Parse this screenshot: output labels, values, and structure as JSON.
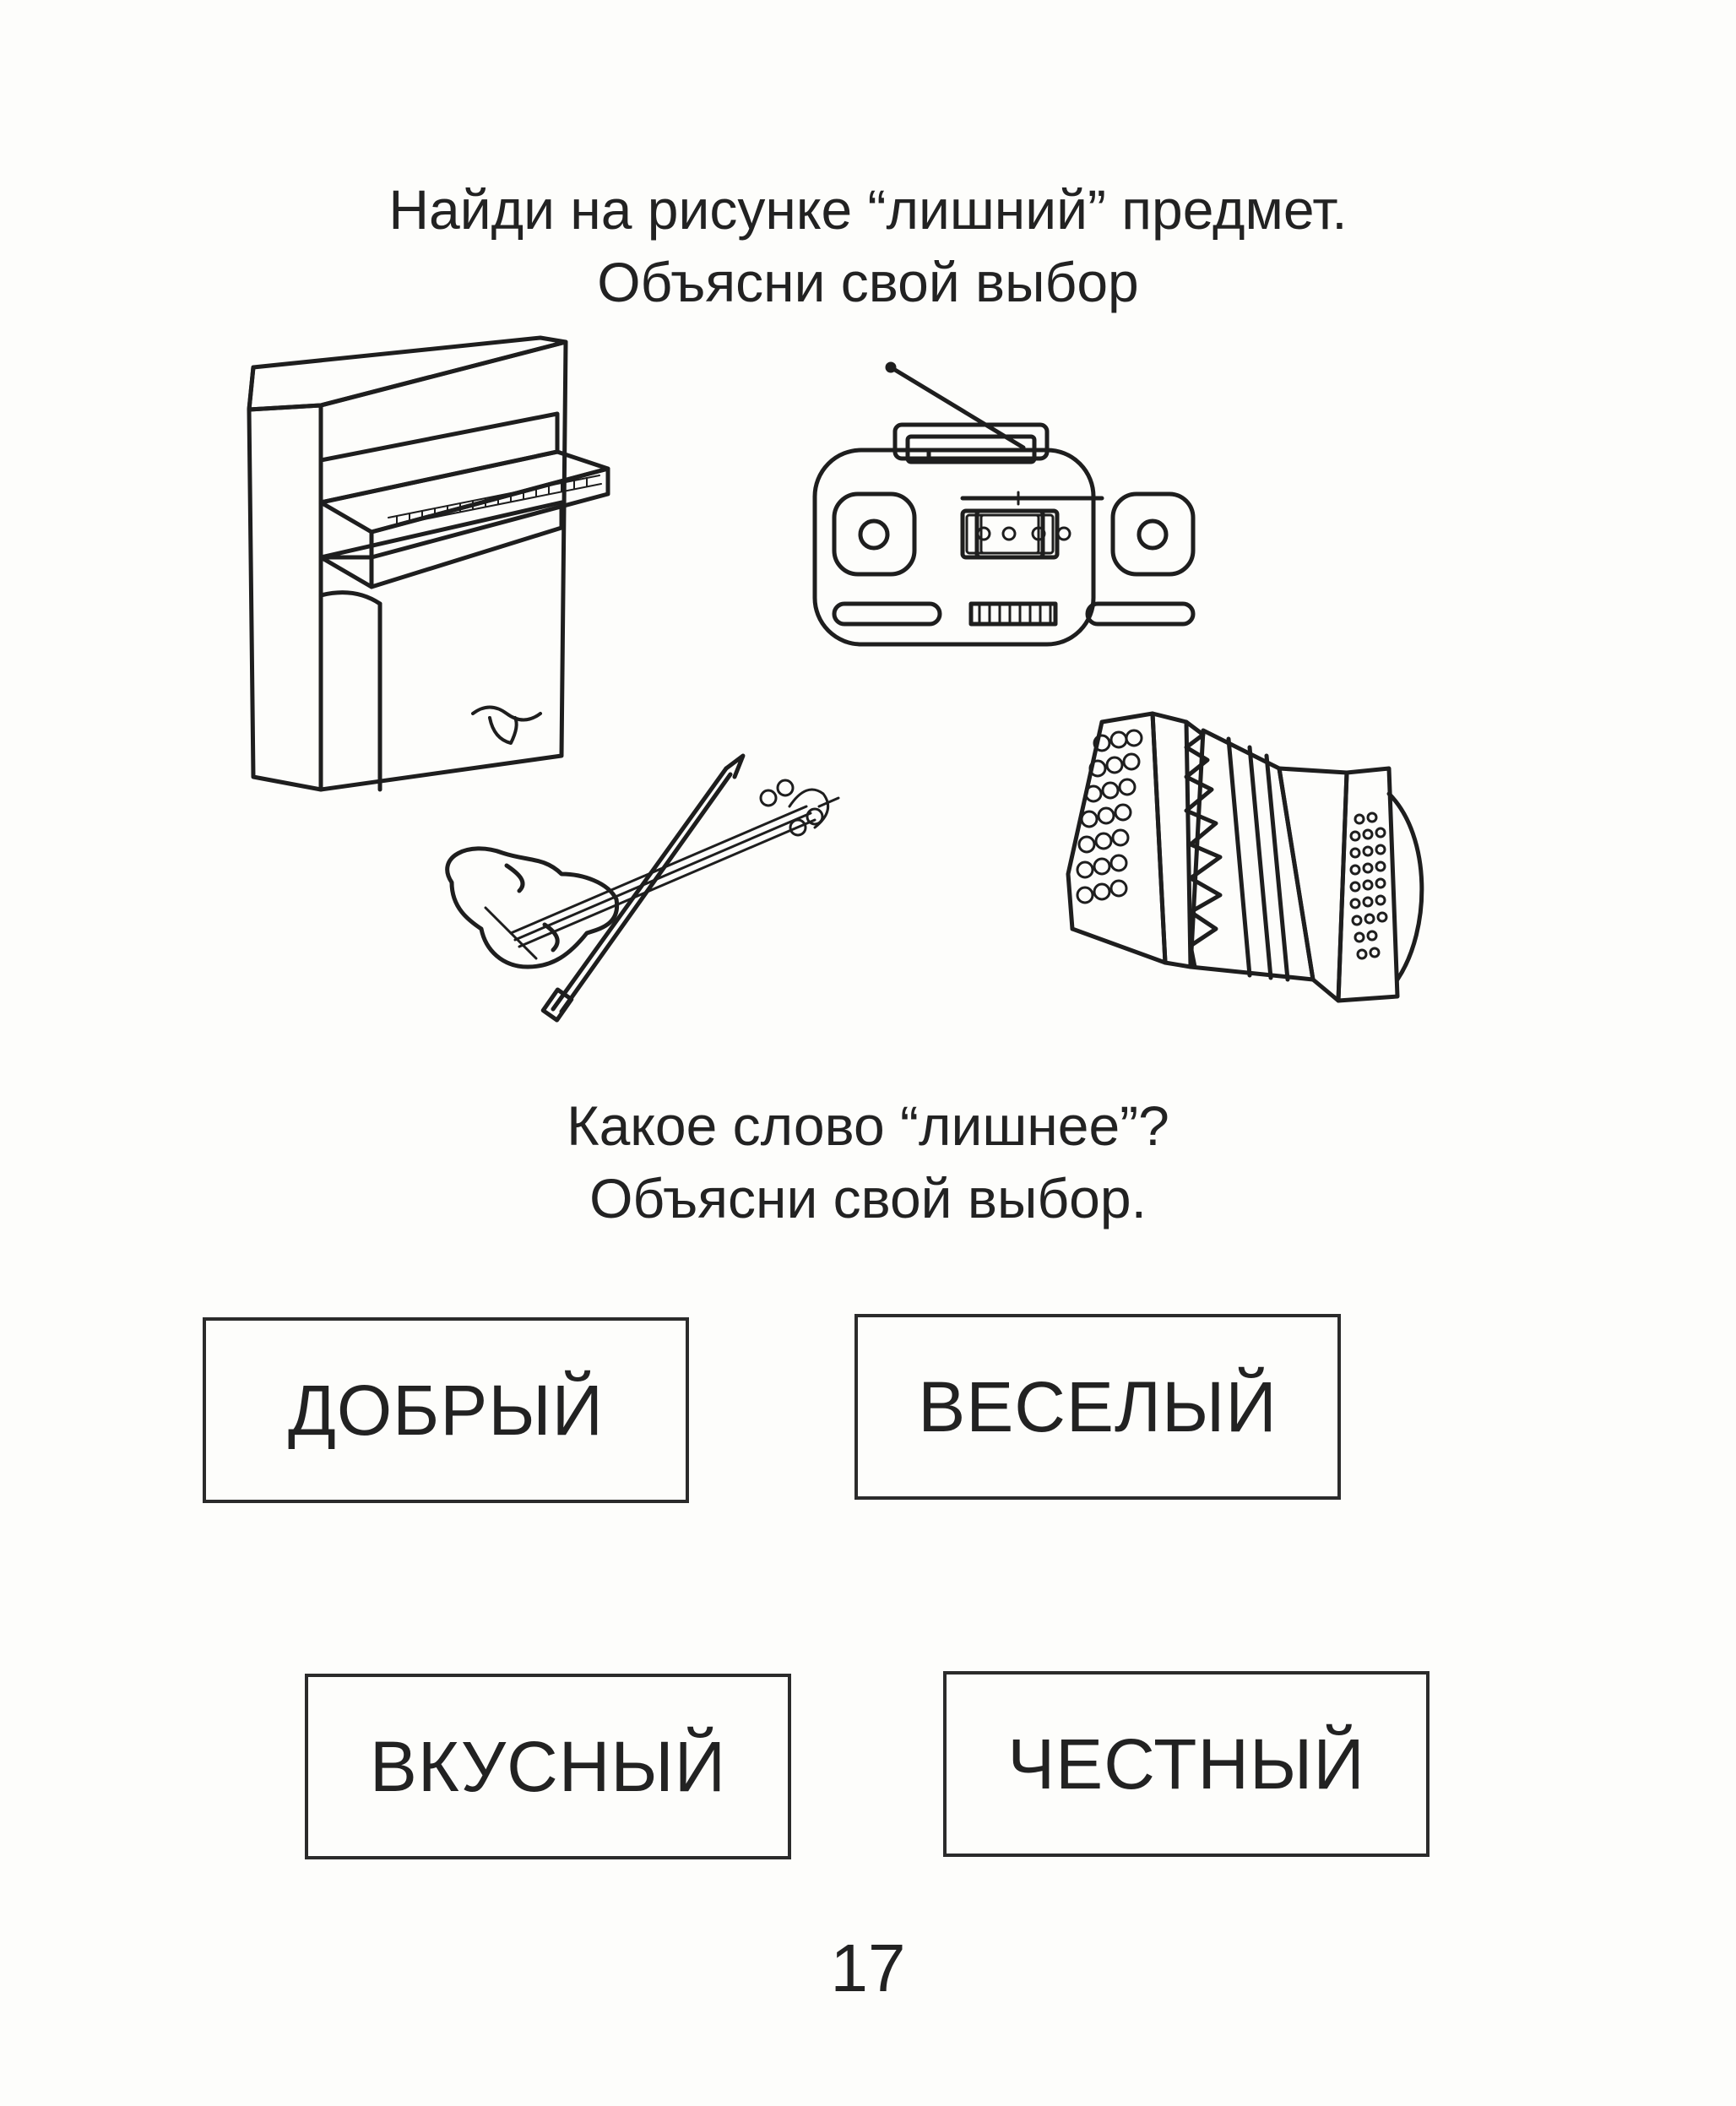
{
  "task1": {
    "line1": "Найди на рисунке “лишний” предмет.",
    "line2": "Объясни свой выбор"
  },
  "images": [
    "piano-icon",
    "boombox-icon",
    "violin-icon",
    "accordion-icon"
  ],
  "task2": {
    "line1": "Какое слово “лишнее”?",
    "line2": "Объясни свой выбор."
  },
  "words": [
    "ДОБРЫЙ",
    "ВЕСЕЛЫЙ",
    "ВКУСНЫЙ",
    "ЧЕСТНЫЙ"
  ],
  "page_number": "17"
}
